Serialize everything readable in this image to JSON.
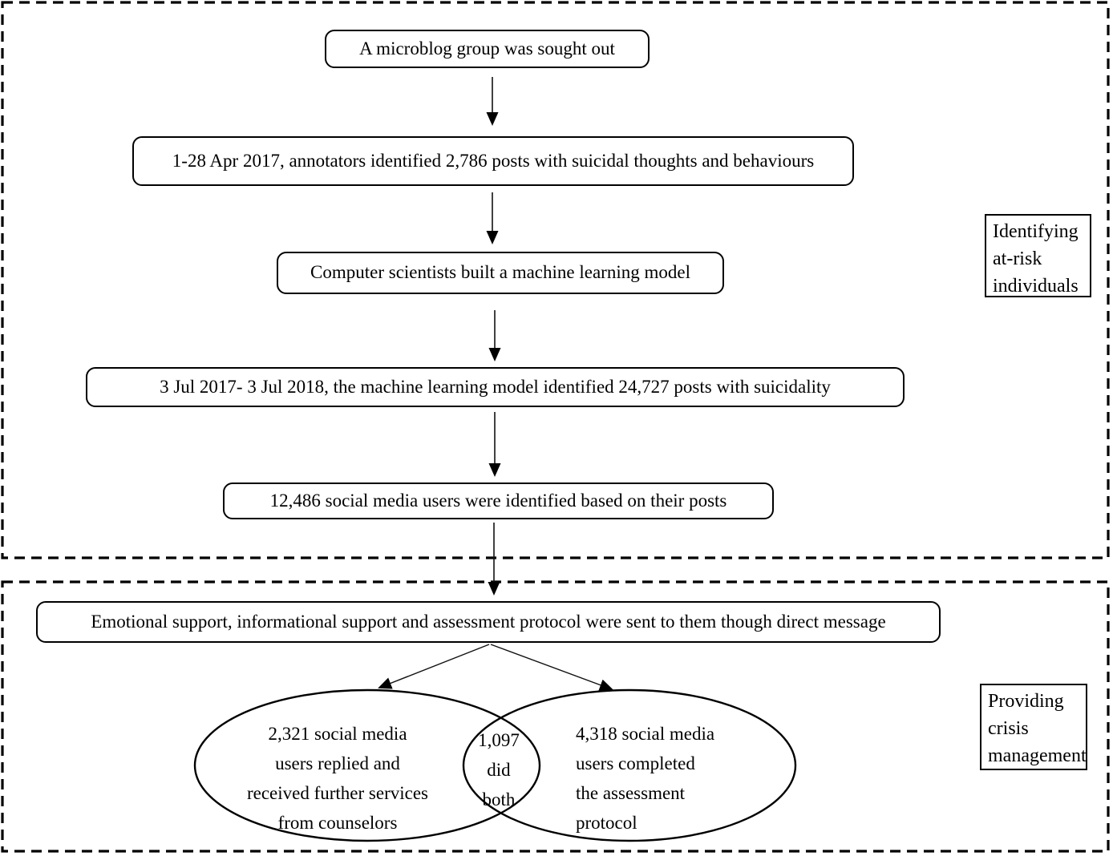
{
  "diagram": {
    "title": "Flowchart of identifying at-risk individuals and providing crisis management",
    "colors": {
      "background": "#ffffff",
      "line": "#000000",
      "text": "#000000"
    },
    "steps": [
      {
        "text": "A microblog group was sought out"
      },
      {
        "text": "1-28 Apr 2017, annotators identified 2,786 posts with suicidal thoughts and behaviours"
      },
      {
        "text": "Computer scientists built a machine learning model"
      },
      {
        "text": "3 Jul 2017- 3 Jul 2018, the machine learning model identified 24,727 posts with suicidality"
      },
      {
        "text": "12,486 social media users were identified based on their posts"
      },
      {
        "text": "Emotional support, informational support and assessment protocol were sent to them though direct message"
      }
    ],
    "sections": [
      {
        "name": "identifying-at-risk-individuals",
        "side_label_lines": [
          "Identifying",
          "at-risk",
          "individuals"
        ]
      },
      {
        "name": "providing-crisis-management",
        "side_label_lines": [
          "Providing",
          "crisis",
          "management"
        ]
      }
    ],
    "venn": {
      "left_lines": [
        "2,321 social media",
        "users replied and",
        "received further services",
        "from counselors"
      ],
      "intersection_lines": [
        "1,097",
        "did",
        "both"
      ],
      "right_lines": [
        "4,318 social media",
        "users completed",
        "the assessment",
        "protocol"
      ]
    }
  }
}
